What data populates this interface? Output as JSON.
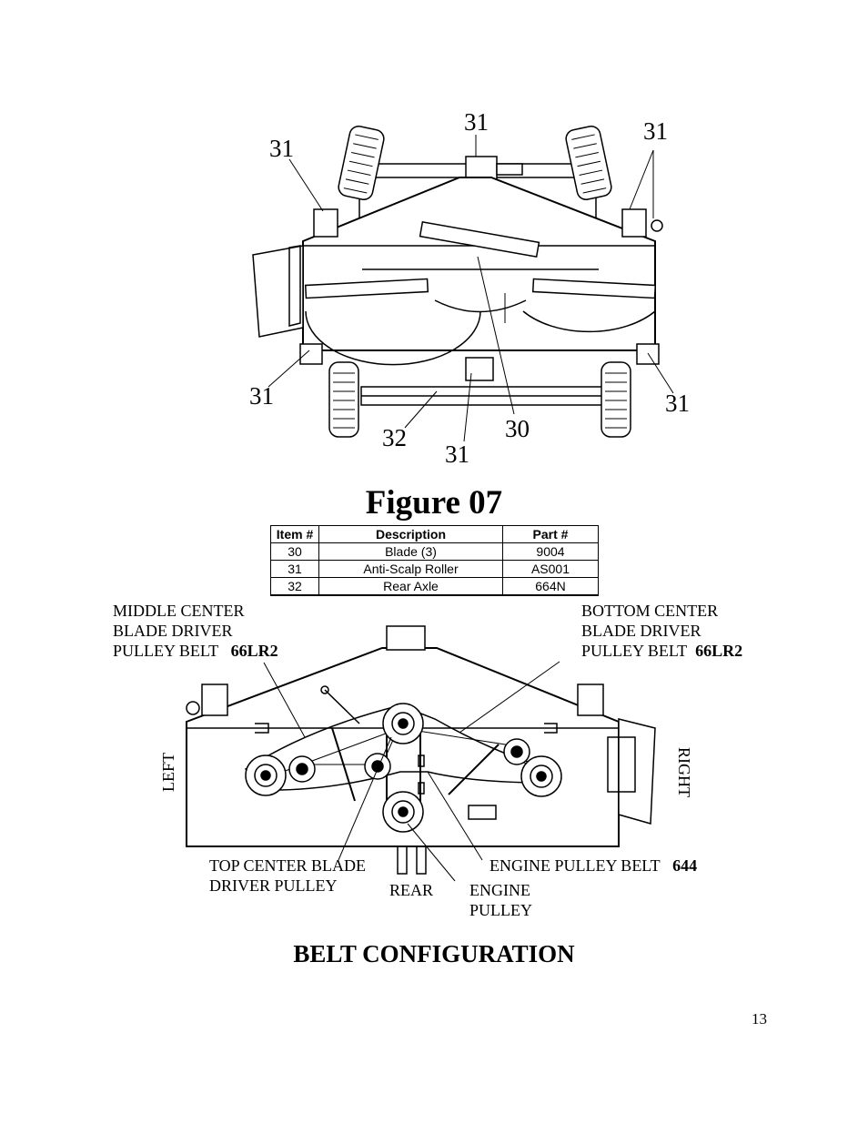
{
  "figure": {
    "callouts": [
      {
        "id": "c1",
        "text": "31"
      },
      {
        "id": "c2",
        "text": "31"
      },
      {
        "id": "c3",
        "text": "31"
      },
      {
        "id": "c4",
        "text": "31"
      },
      {
        "id": "c5",
        "text": "31"
      },
      {
        "id": "c6",
        "text": "32"
      },
      {
        "id": "c7",
        "text": "31"
      },
      {
        "id": "c8",
        "text": "30"
      }
    ],
    "title": "Figure 07"
  },
  "parts_table": {
    "headers": [
      "Item #",
      "Description",
      "Part #"
    ],
    "rows": [
      [
        "30",
        "Blade (3)",
        "9004"
      ],
      [
        "31",
        "Anti-Scalp Roller",
        "AS001"
      ],
      [
        "32",
        "Rear Axle",
        "664N"
      ]
    ]
  },
  "belt_diagram": {
    "labels": {
      "middle_belt_l1": "MIDDLE CENTER",
      "middle_belt_l2": "BLADE DRIVER",
      "middle_belt_l3": "PULLEY BELT",
      "middle_belt_part": "66LR2",
      "bottom_belt_l1": "BOTTOM CENTER",
      "bottom_belt_l2": "BLADE DRIVER",
      "bottom_belt_l3": "PULLEY BELT",
      "bottom_belt_part": "66LR2",
      "left": "LEFT",
      "right": "RIGHT",
      "top_center_l1": "TOP CENTER BLADE",
      "top_center_l2": "DRIVER PULLEY",
      "rear": "REAR",
      "engine_pulley_l1": "ENGINE",
      "engine_pulley_l2": "PULLEY",
      "engine_belt": "ENGINE PULLEY BELT",
      "engine_belt_part": "644"
    },
    "title": "BELT CONFIGURATION"
  },
  "page_number": "13"
}
